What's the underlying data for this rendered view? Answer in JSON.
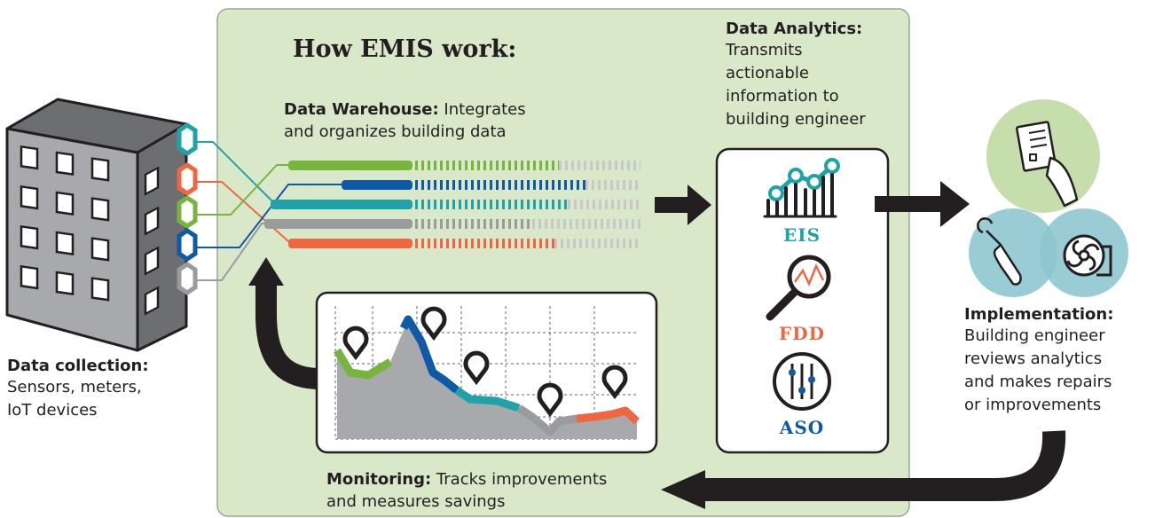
{
  "title": "How EMIS work:",
  "colors": {
    "panel_bg": "#d9e8c9",
    "green": "#77b53f",
    "orange": "#ee6742",
    "blue": "#0f5aa6",
    "teal": "#1fa3a8",
    "gray": "#9a9b9d",
    "dark": "#231f20",
    "circle_green": "#c3dca6",
    "circle_blue": "#8ec7cf"
  },
  "data_warehouse": {
    "label": "Data Warehouse:",
    "text_line1": "Integrates",
    "text_line2": "and organizes building data"
  },
  "data_analytics": {
    "label": "Data Analytics:",
    "lines": [
      "Transmits",
      "actionable",
      "information to",
      "building engineer"
    ],
    "tools": [
      {
        "code": "EIS",
        "icon": "chart-growth-icon",
        "color": "#1fa3a8"
      },
      {
        "code": "FDD",
        "icon": "magnifier-icon",
        "color": "#ee6742"
      },
      {
        "code": "ASO",
        "icon": "sliders-icon",
        "color": "#0f5aa6"
      }
    ]
  },
  "data_collection": {
    "label": "Data collection:",
    "lines": [
      "Sensors, meters,",
      "IoT devices"
    ]
  },
  "implementation": {
    "label": "Implementation:",
    "lines": [
      "Building engineer",
      "reviews analytics",
      "and makes repairs",
      "or improvements"
    ]
  },
  "monitoring": {
    "label": "Monitoring:",
    "text_line1": "Tracks improvements",
    "text_line2": "and measures savings"
  },
  "icons": {
    "building": "building-icon",
    "checklist": "checklist-hand-icon",
    "wrench": "wrench-hand-icon",
    "fan": "fan-icon",
    "pin": "location-pin-icon"
  }
}
